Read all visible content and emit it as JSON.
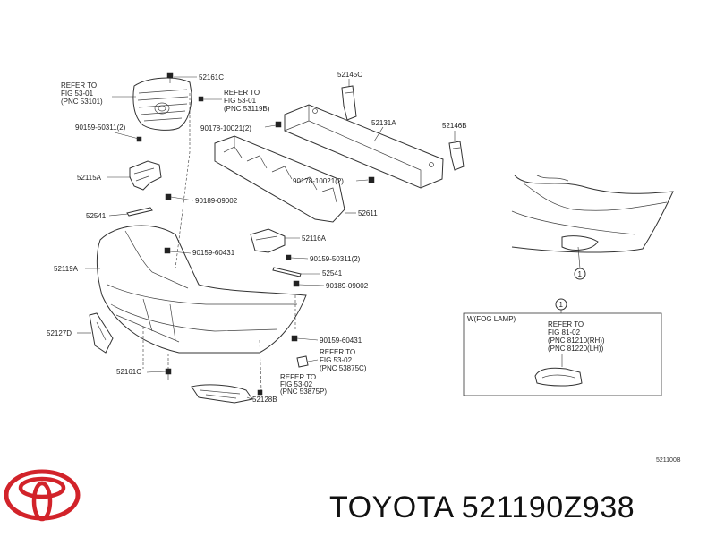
{
  "labels": {
    "refer_grille": [
      "REFER TO",
      "FIG  53-01",
      "(PNC 53101)"
    ],
    "refer_53119b": [
      "REFER TO",
      "FIG  53-01",
      "(PNC 53119B)"
    ],
    "p52161c_top": "52161C",
    "p52145c": "52145C",
    "p52131a": "52131A",
    "p52146b": "52146B",
    "p90159_50311_a": "90159-50311(2)",
    "p90178_10021_a": "90178-10021(2)",
    "p90178_10021_b": "90178-10021(2)",
    "p52115a": "52115A",
    "p90189_09002_a": "90189-09002",
    "p52541_a": "52541",
    "p52611": "52611",
    "p52116a": "52116A",
    "p90159_60431_a": "90159-60431",
    "p90159_50311_b": "90159-50311(2)",
    "p52119a": "52119A",
    "p52541_b": "52541",
    "p90189_09002_b": "90189-09002",
    "p52127d": "52127D",
    "p90159_60431_b": "90159-60431",
    "refer_53875c": [
      "REFER TO",
      "FIG  53-02",
      "(PNC 53875C)"
    ],
    "p52161c_bottom": "52161C",
    "refer_53875p": [
      "REFER TO",
      "FIG  53-02",
      "(PNC 53875P)"
    ],
    "p52128b": "52128B",
    "callout_1": "1",
    "inset_callout": "1",
    "fog_title": "W(FOG LAMP)",
    "refer_fog": [
      "REFER  TO",
      "FIG  81-02",
      "(PNC  81210(RH))",
      "(PNC  81220(LH))"
    ],
    "diagram_code": "521100B"
  },
  "footer": {
    "brand_logo": "toyota-logo",
    "part_text": "TOYOTA 521190Z938"
  }
}
